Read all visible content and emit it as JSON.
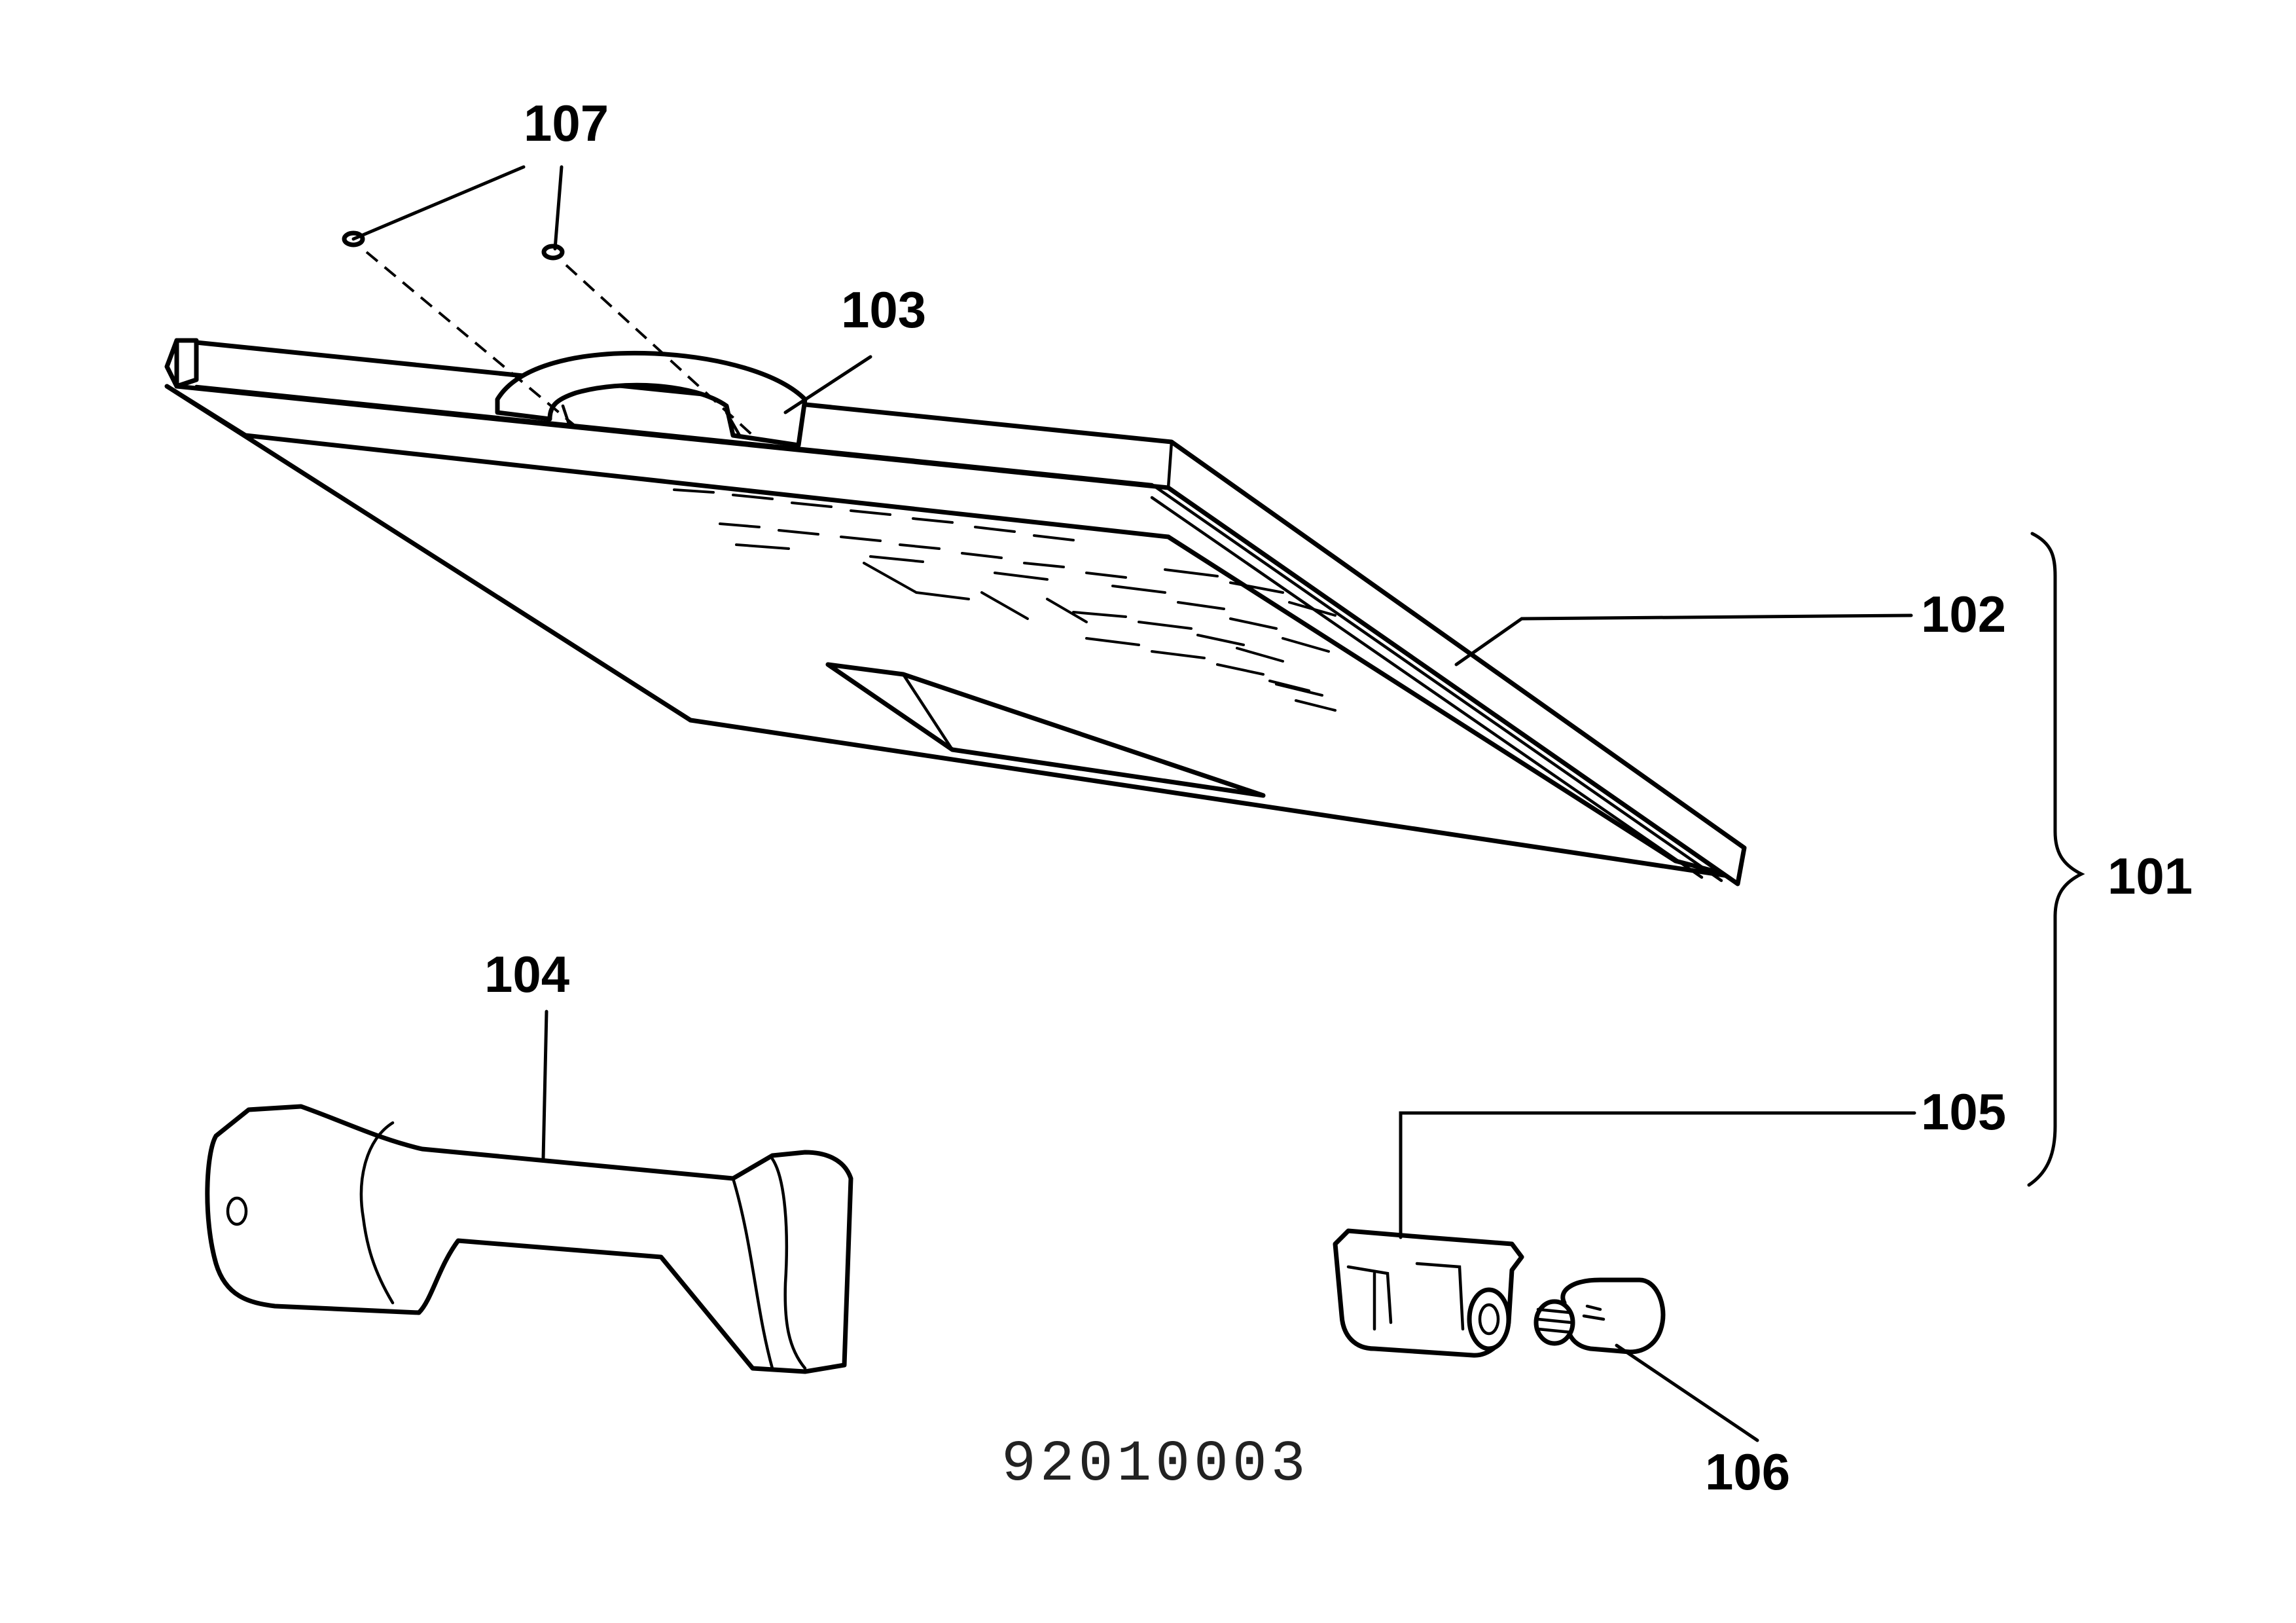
{
  "labels": {
    "p101": "101",
    "p102": "102",
    "p103": "103",
    "p104": "104",
    "p105": "105",
    "p106": "106",
    "p107": "107"
  },
  "drawing_number": "92010003"
}
